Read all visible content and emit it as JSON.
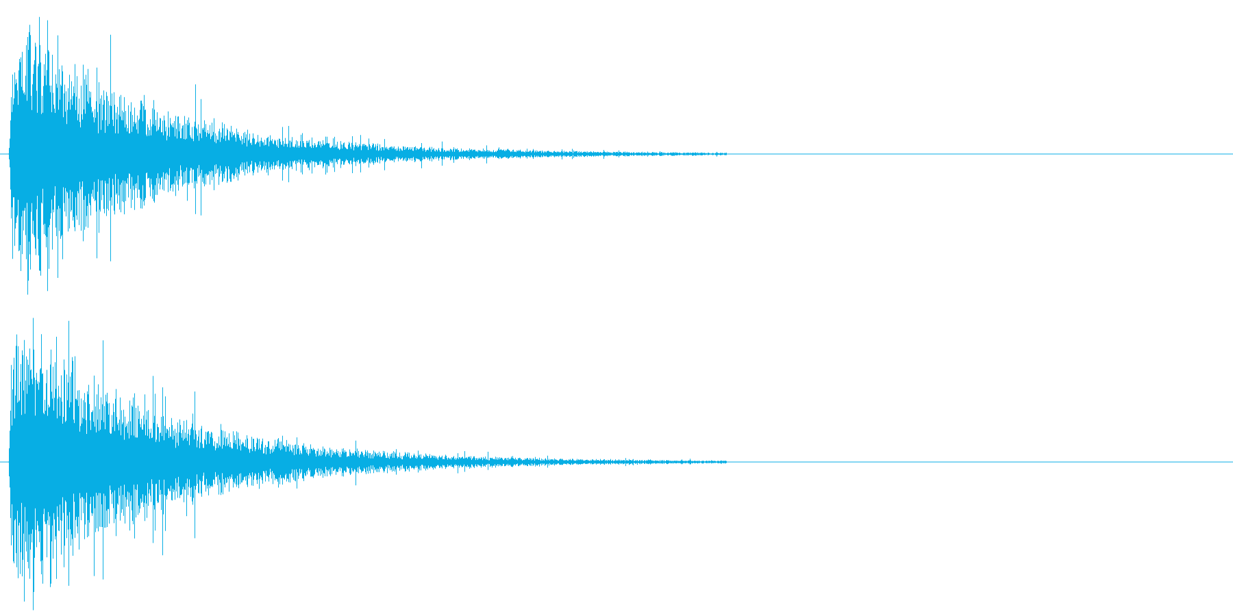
{
  "waveform": {
    "color": "#07aee4",
    "background": "#ffffff",
    "channels": [
      {
        "name": "channel-1",
        "seed": 7,
        "peak": 0.98
      },
      {
        "name": "channel-2",
        "seed": 19,
        "peak": 1.0
      }
    ],
    "envelope": {
      "attack": 0.004,
      "decay_fraction_visible": 0.58,
      "tail_fraction": 0.66
    }
  }
}
